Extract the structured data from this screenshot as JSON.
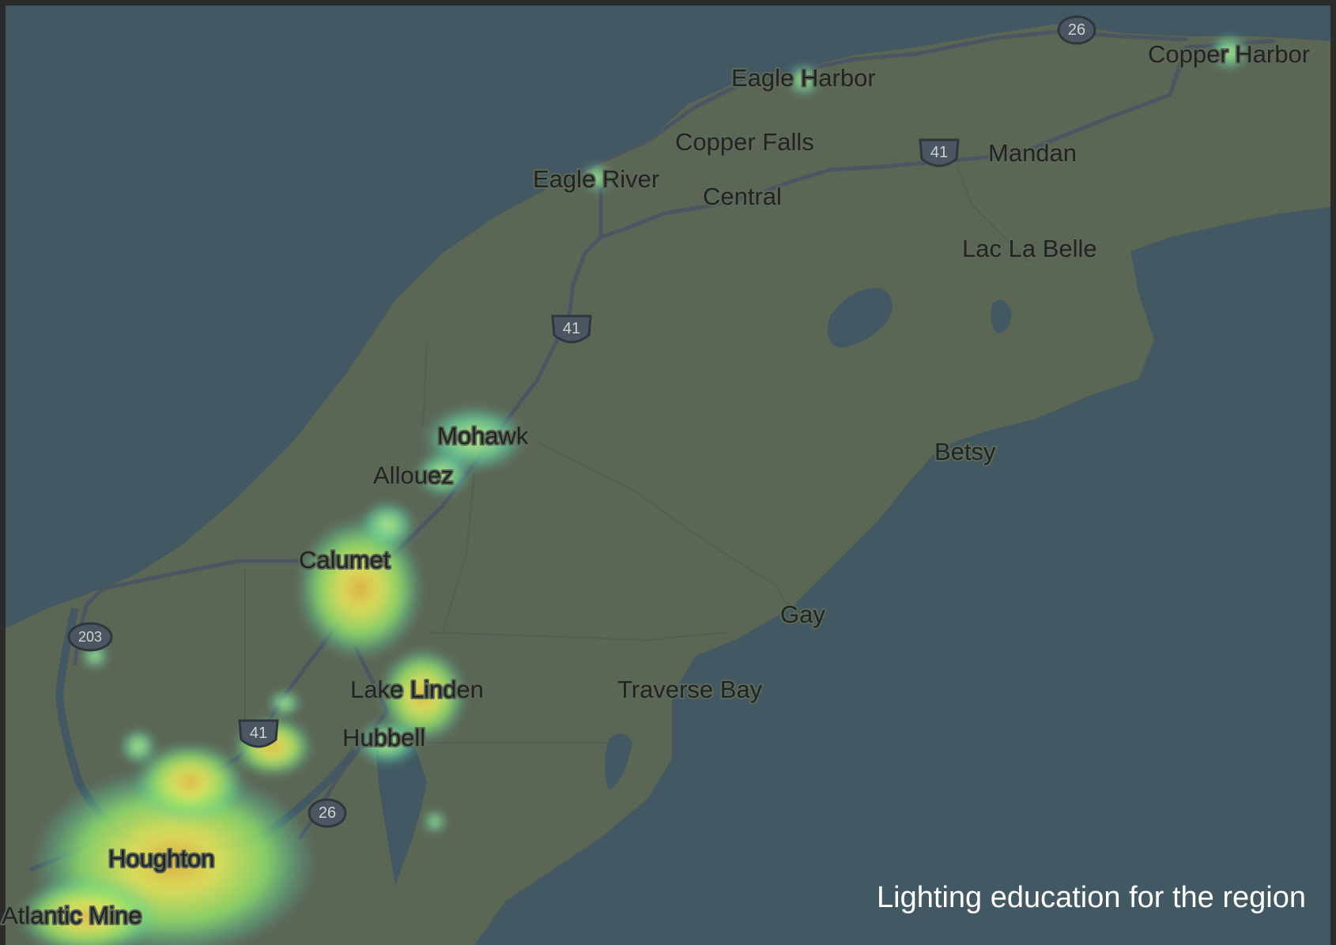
{
  "map": {
    "places": [
      {
        "id": "copper-harbor",
        "label": "Copper Harbor"
      },
      {
        "id": "eagle-harbor",
        "label": "Eagle Harbor"
      },
      {
        "id": "copper-falls",
        "label": "Copper Falls"
      },
      {
        "id": "mandan",
        "label": "Mandan"
      },
      {
        "id": "eagle-river",
        "label": "Eagle River"
      },
      {
        "id": "central",
        "label": "Central"
      },
      {
        "id": "lac-la-belle",
        "label": "Lac La Belle"
      },
      {
        "id": "mohawk",
        "label": "Mohawk"
      },
      {
        "id": "allouez",
        "label": "Allouez"
      },
      {
        "id": "betsy",
        "label": "Betsy"
      },
      {
        "id": "calumet",
        "label": "Calumet"
      },
      {
        "id": "gay",
        "label": "Gay"
      },
      {
        "id": "lake-linden",
        "label": "Lake Linden"
      },
      {
        "id": "traverse-bay",
        "label": "Traverse Bay"
      },
      {
        "id": "hubbell",
        "label": "Hubbell"
      },
      {
        "id": "houghton",
        "label": "Houghton"
      },
      {
        "id": "atlantic-mine",
        "label": "Atlantic Mine"
      }
    ],
    "route_shields": [
      {
        "id": "m26-north",
        "label": "26"
      },
      {
        "id": "us41-mandan",
        "label": "41"
      },
      {
        "id": "us41-mid",
        "label": "41"
      },
      {
        "id": "m203",
        "label": "203"
      },
      {
        "id": "us41-south",
        "label": "41"
      },
      {
        "id": "m26-south",
        "label": "26"
      }
    ],
    "colors": {
      "water": "#425862",
      "land": "#5c6655",
      "road": "#4b5663",
      "frame": "#2b2b2b",
      "heat_low": "#46c8b8",
      "heat_mid": "#8ee06a",
      "heat_high": "#e8e85a",
      "heat_peak": "#e0b040"
    },
    "caption": "Lighting education for the region"
  }
}
